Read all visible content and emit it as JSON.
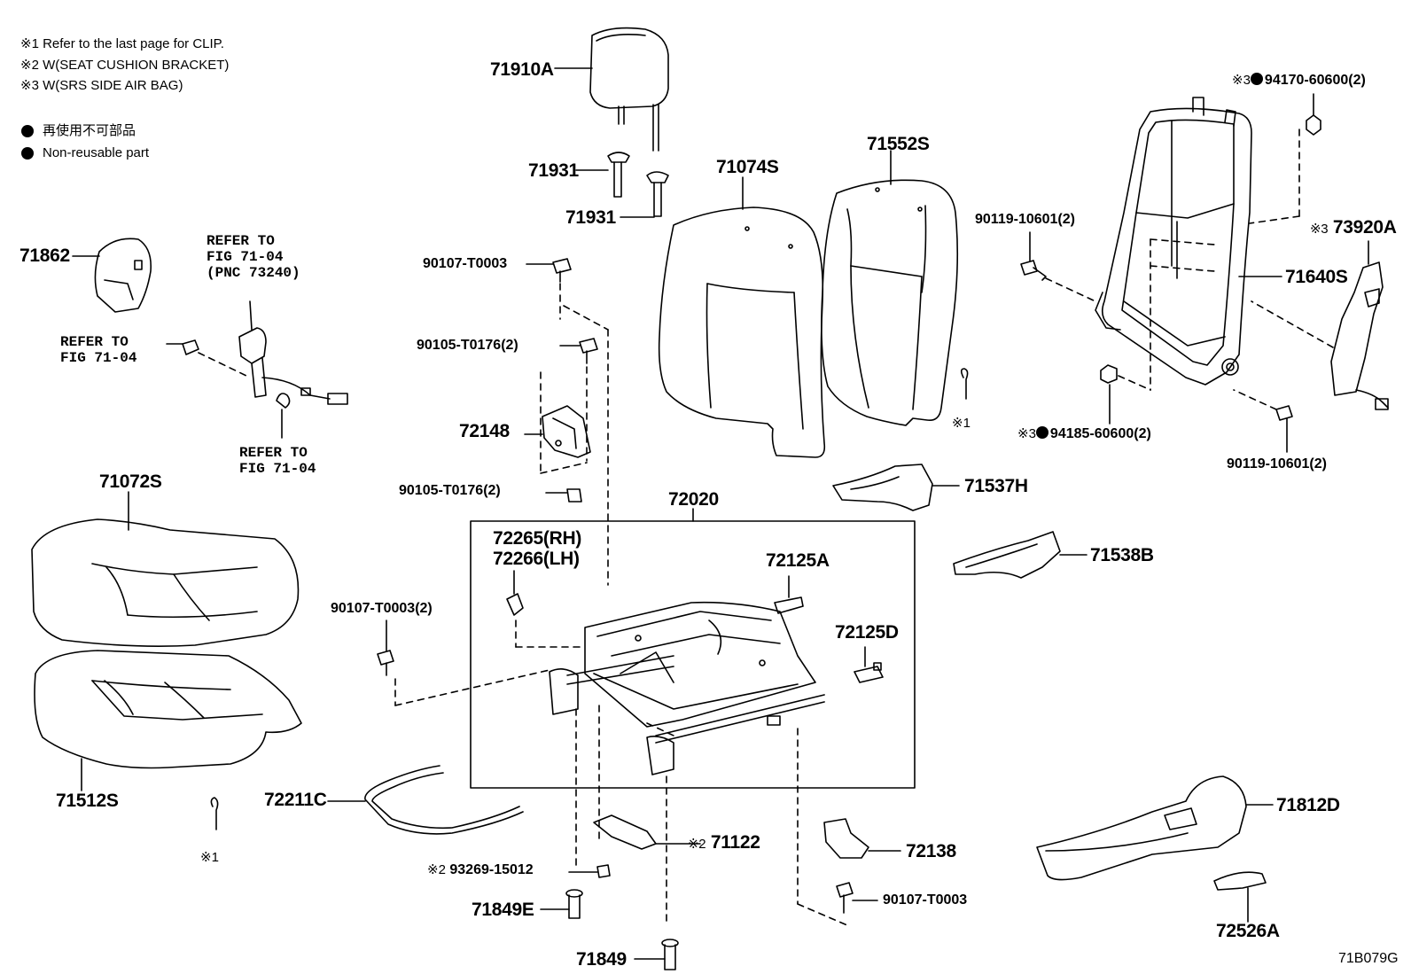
{
  "notes": {
    "n1": "※1 Refer to the last page for CLIP.",
    "n2": "※2 W(SEAT CUSHION BRACKET)",
    "n3": "※3 W(SRS SIDE AIR BAG)",
    "legend_jp": "再使用不可部品",
    "legend_en": "Non-reusable part"
  },
  "parts": {
    "p71910A": "71910A",
    "p71931a": "71931",
    "p71931b": "71931",
    "p71074S": "71074S",
    "p71552S": "71552S",
    "p71862": "71862",
    "p90107_T0003": "90107-T0003",
    "p90105_T0176_a": "90105-T0176(2)",
    "p72148": "72148",
    "p90105_T0176_b": "90105-T0176(2)",
    "p72020": "72020",
    "p72265": "72265(RH)",
    "p72266": "72266(LH)",
    "p72125A": "72125A",
    "p72125D": "72125D",
    "p90107_T0003_2": "90107-T0003(2)",
    "p71072S": "71072S",
    "p71512S": "71512S",
    "p72211C": "72211C",
    "p71122": "71122",
    "p93269": "93269-15012",
    "p71849E": "71849E",
    "p71849": "71849",
    "p72138": "72138",
    "p90107_T0003_b": "90107-T0003",
    "p71537H": "71537H",
    "p71538B": "71538B",
    "p90119_a": "90119-10601(2)",
    "p94170": "94170-60600(2)",
    "p73920A": "73920A",
    "p71640S": "71640S",
    "p94185": "94185-60600(2)",
    "p90119_b": "90119-10601(2)",
    "p71812D": "71812D",
    "p72526A": "72526A"
  },
  "marks": {
    "m1a": "※1",
    "m1b": "※1",
    "m2a": "※2",
    "m2b": "※2",
    "m3a": "※3",
    "m3b": "※3",
    "m3c": "※3"
  },
  "refs": {
    "r1": "REFER TO\nFIG 71-04\n(PNC 73240)",
    "r2": "REFER TO\nFIG 71-04",
    "r3": "REFER TO\nFIG 71-04"
  },
  "figure_code": "71B079G"
}
